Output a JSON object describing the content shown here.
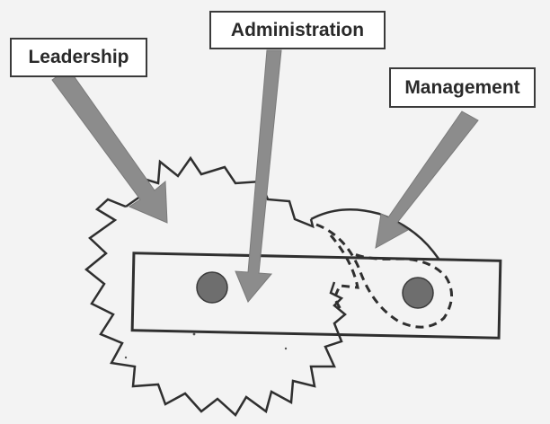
{
  "labels": {
    "leadership": "Leadership",
    "administration": "Administration",
    "management": "Management"
  },
  "colors": {
    "background": "#f3f3f3",
    "outline": "#2f2f2f",
    "arrow": "#8c8c8c",
    "hole": "#6e6e6e",
    "label_fill": "#ffffff"
  }
}
